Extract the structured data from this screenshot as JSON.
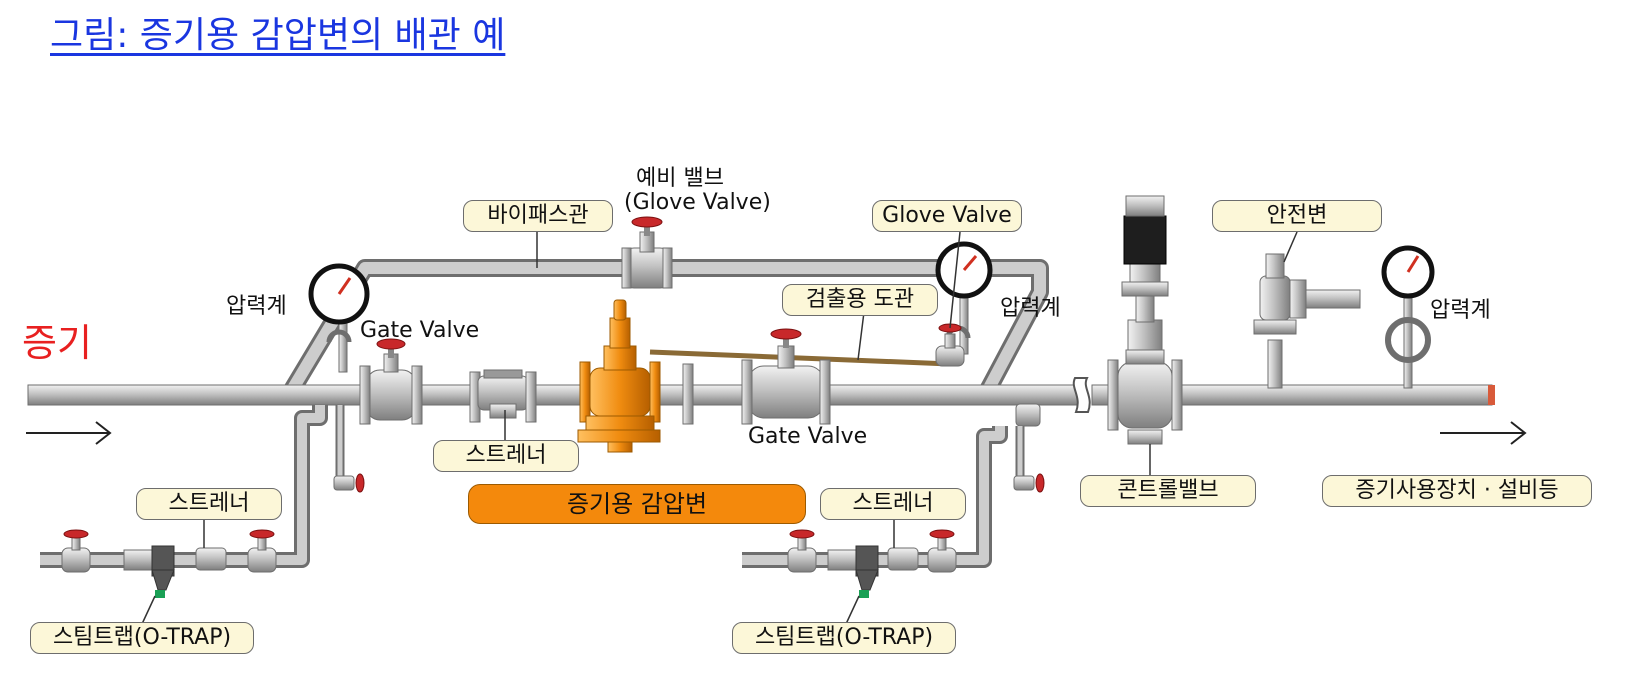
{
  "title": "그림: 증기용 감압변의 배관 예",
  "steam_label": "증기",
  "labels": {
    "bypass_pipe": "바이패스관",
    "spare_valve_line1": "예비 밸브",
    "spare_valve_line2": "(Glove Valve)",
    "glove_valve": "Glove Valve",
    "safety_valve": "안전변",
    "pressure_gauge": "압력계",
    "gate_valve": "Gate Valve",
    "sensing_pipe": "검출용 도관",
    "strainer": "스트레너",
    "pressure_reducing_valve": "증기용 감압변",
    "control_valve": "콘트롤밸브",
    "equipment": "증기사용장치 · 설비등",
    "steam_trap": "스팀트랩(O-TRAP)"
  },
  "colors": {
    "pipe": "#b8b8b8",
    "pipe_edge": "#6e6e6e",
    "prv_body": "#f4890c",
    "handwheel": "#c8282a",
    "label_bg": "#fcf7d8",
    "title": "#1a36e0",
    "steam_text": "#e82020",
    "actuator": "#1e1e1e"
  }
}
